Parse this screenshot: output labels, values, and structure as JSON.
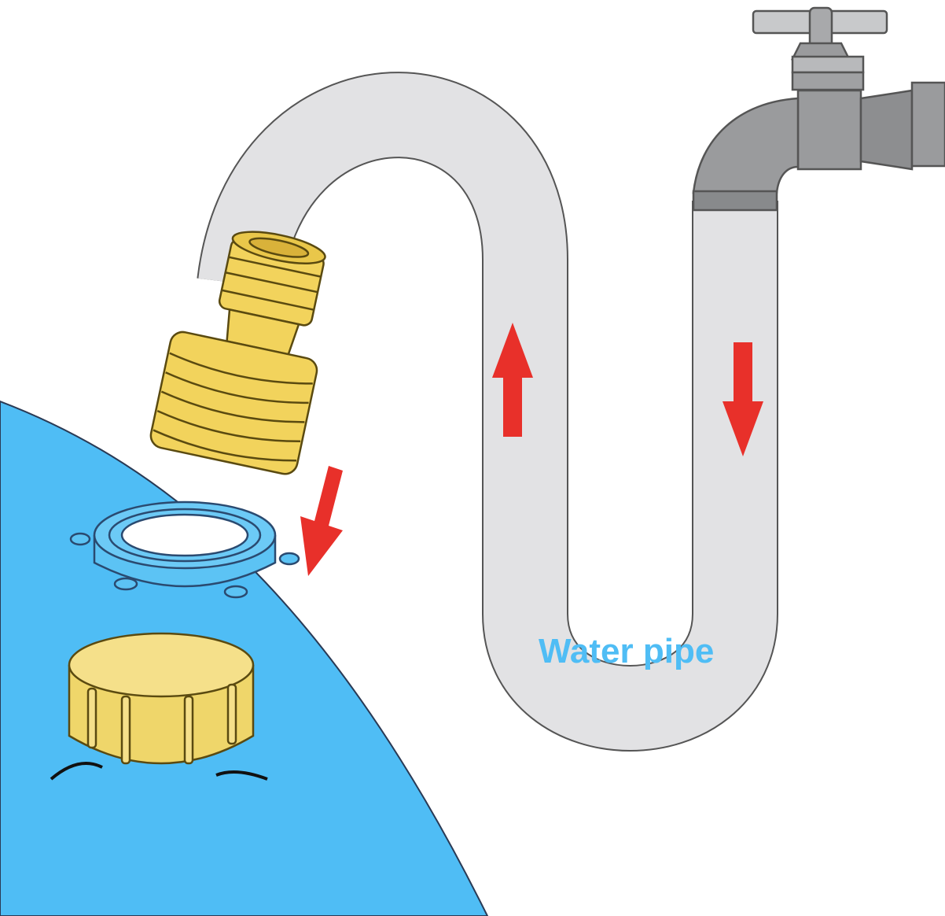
{
  "labels": {
    "water_pipe": "Water pipe"
  },
  "colors": {
    "tank_blue": "#4fbdf5",
    "pipe_fill": "#e2e2e4",
    "pipe_outline": "#555555",
    "brass": "#f2d35c",
    "cap_yellow": "#efd66a",
    "washer_blue": "#5cc3f4",
    "arrow_red": "#e8302a",
    "faucet_grey": "#9a9b9d",
    "label_blue": "#4fbdf5"
  },
  "arrows": [
    {
      "id": "arrow-into-tank",
      "direction": "down-left"
    },
    {
      "id": "arrow-pipe-up",
      "direction": "up"
    },
    {
      "id": "arrow-pipe-down",
      "direction": "down"
    }
  ],
  "icons": [
    "faucet-icon",
    "hose-connector-icon",
    "threaded-adapter-icon",
    "washer-ring-icon",
    "tank-cap-icon"
  ]
}
